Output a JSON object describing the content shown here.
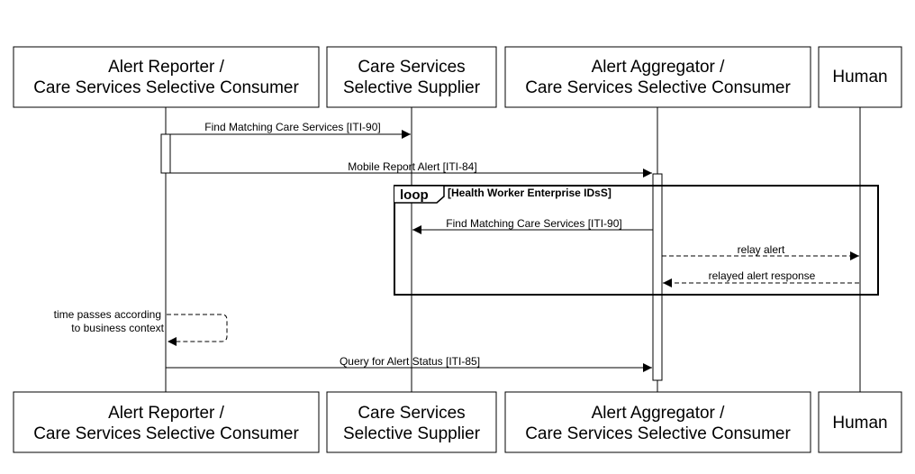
{
  "participants": [
    {
      "id": "reporter",
      "line1": "Alert Reporter /",
      "line2": "Care Services Selective Consumer"
    },
    {
      "id": "supplier",
      "line1": "Care Services",
      "line2": "Selective Supplier"
    },
    {
      "id": "aggregator",
      "line1": "Alert Aggregator /",
      "line2": "Care Services Selective Consumer"
    },
    {
      "id": "human",
      "line1": "Human",
      "line2": ""
    }
  ],
  "messages": [
    {
      "id": "msg-find-1",
      "label": "Find Matching Care Services [ITI-90]",
      "from": "reporter",
      "to": "supplier",
      "style": "solid"
    },
    {
      "id": "msg-report",
      "label": "Mobile Report Alert [ITI-84]",
      "from": "reporter",
      "to": "aggregator",
      "style": "solid"
    },
    {
      "id": "msg-find-2",
      "label": "Find Matching Care Services [ITI-90]",
      "from": "aggregator",
      "to": "supplier",
      "style": "solid"
    },
    {
      "id": "msg-relay",
      "label": "relay alert",
      "from": "aggregator",
      "to": "human",
      "style": "dashed"
    },
    {
      "id": "msg-response",
      "label": "relayed alert response",
      "from": "human",
      "to": "aggregator",
      "style": "dashed"
    },
    {
      "id": "msg-self",
      "line1": "time passes according",
      "line2": "to business context",
      "from": "reporter",
      "to": "reporter",
      "style": "dashed"
    },
    {
      "id": "msg-query",
      "label": "Query for Alert Status [ITI-85]",
      "from": "reporter",
      "to": "aggregator",
      "style": "solid"
    }
  ],
  "loop": {
    "keyword": "loop",
    "condition": "[Health Worker Enterprise IDsS]"
  }
}
